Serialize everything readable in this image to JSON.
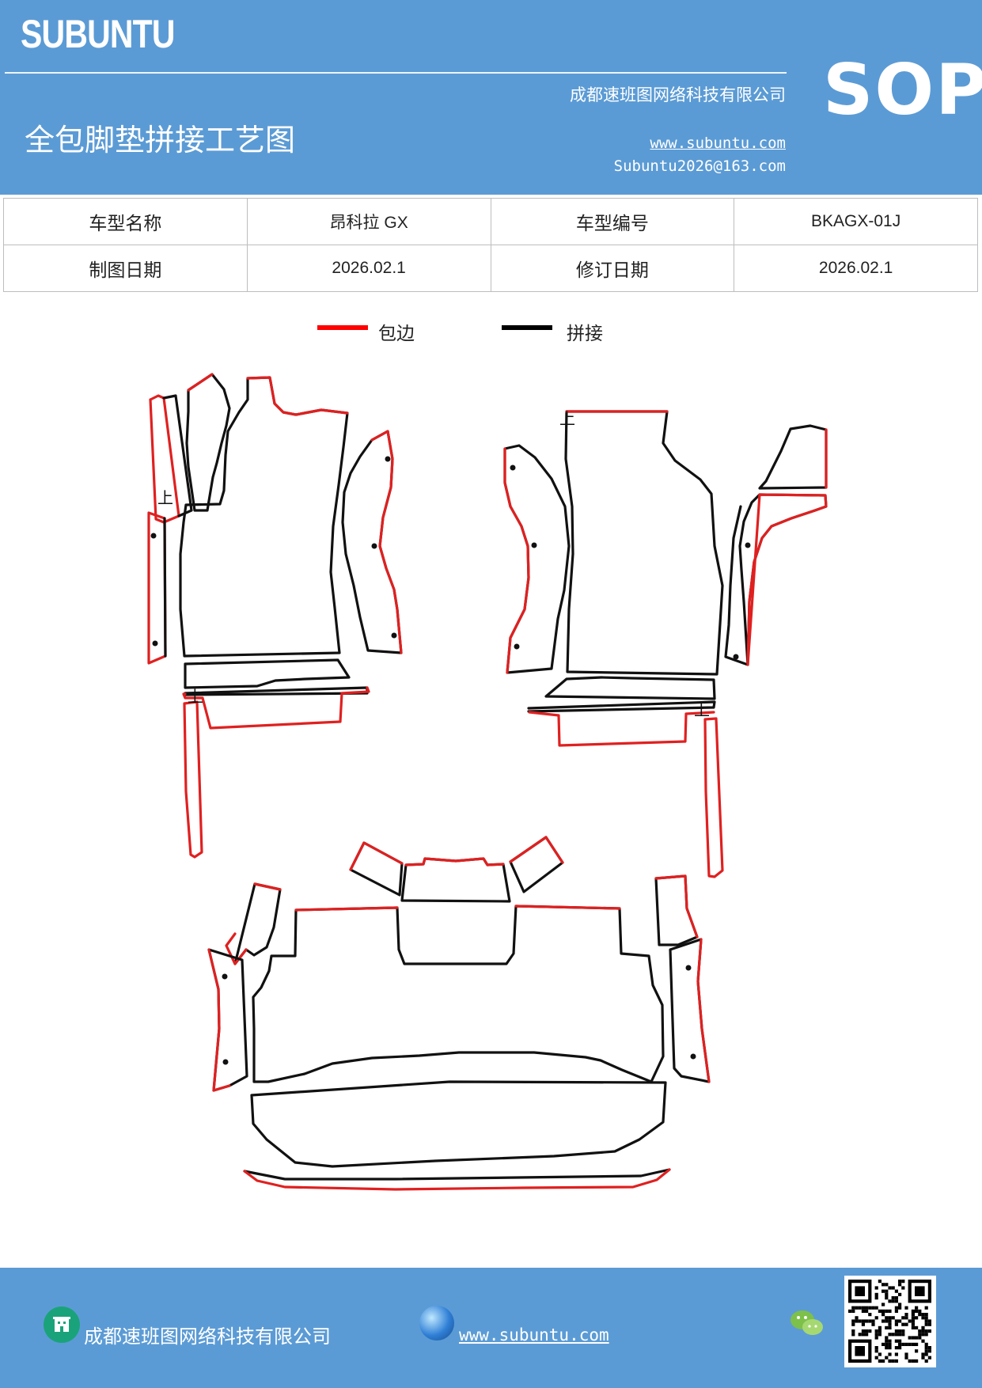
{
  "header": {
    "brand": "SUBUNTU",
    "badge": "SOP",
    "company": "成都速班图网络科技有限公司",
    "doc_title": "全包脚垫拼接工艺图",
    "website": "www.subuntu.com",
    "email": "Subuntu2026@163.com"
  },
  "info_table": {
    "rows": [
      {
        "label1": "车型名称",
        "value1": "昂科拉 GX",
        "label2": "车型编号",
        "value2": "BKAGX-01J"
      },
      {
        "label1": "制图日期",
        "value1": "2026.02.1",
        "label2": "修订日期",
        "value2": "2026.02.1"
      }
    ]
  },
  "legend": {
    "items": [
      {
        "label": "包边",
        "color": "#ff0000"
      },
      {
        "label": "拼接",
        "color": "#000000"
      }
    ]
  },
  "drawing": {
    "marker_label": "上",
    "edge_color": "#e02020",
    "seam_color": "#111111"
  },
  "footer": {
    "company": "成都速班图网络科技有限公司",
    "website": "www.subuntu.com",
    "company_icon": "building-icon",
    "site_icon": "globe-icon",
    "wechat_icon": "wechat-icon",
    "qr_icon": "qr-code"
  }
}
